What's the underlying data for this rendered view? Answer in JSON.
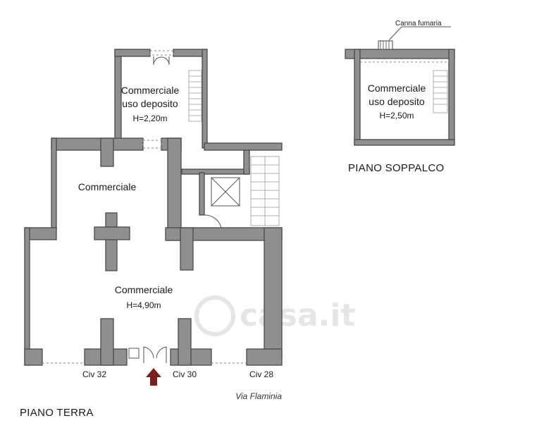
{
  "rooms": {
    "deposito_terra": {
      "line1": "Commerciale",
      "line2": "uso deposito",
      "height": "H=2,20m"
    },
    "commerciale_upper": {
      "label": "Commerciale"
    },
    "commerciale_main": {
      "label": "Commerciale",
      "height": "H=4,90m"
    },
    "deposito_soppalco": {
      "line1": "Commerciale",
      "line2": "uso deposito",
      "height": "H=2,50m"
    }
  },
  "annotations": {
    "canna_fumaria": "Canna fumaria",
    "civ_32": "Civ 32",
    "civ_30": "Civ 30",
    "civ_28": "Civ 28",
    "street": "Via Flaminia"
  },
  "titles": {
    "piano_terra": "PIANO TERRA",
    "piano_soppalco": "PIANO SOPPALCO"
  },
  "watermark": {
    "text": "casa.it"
  },
  "colors": {
    "wall": "#8f8f8f",
    "entrance_arrow": "#7a1f1f"
  },
  "icons": {
    "entrance": "arrow-up-icon"
  }
}
